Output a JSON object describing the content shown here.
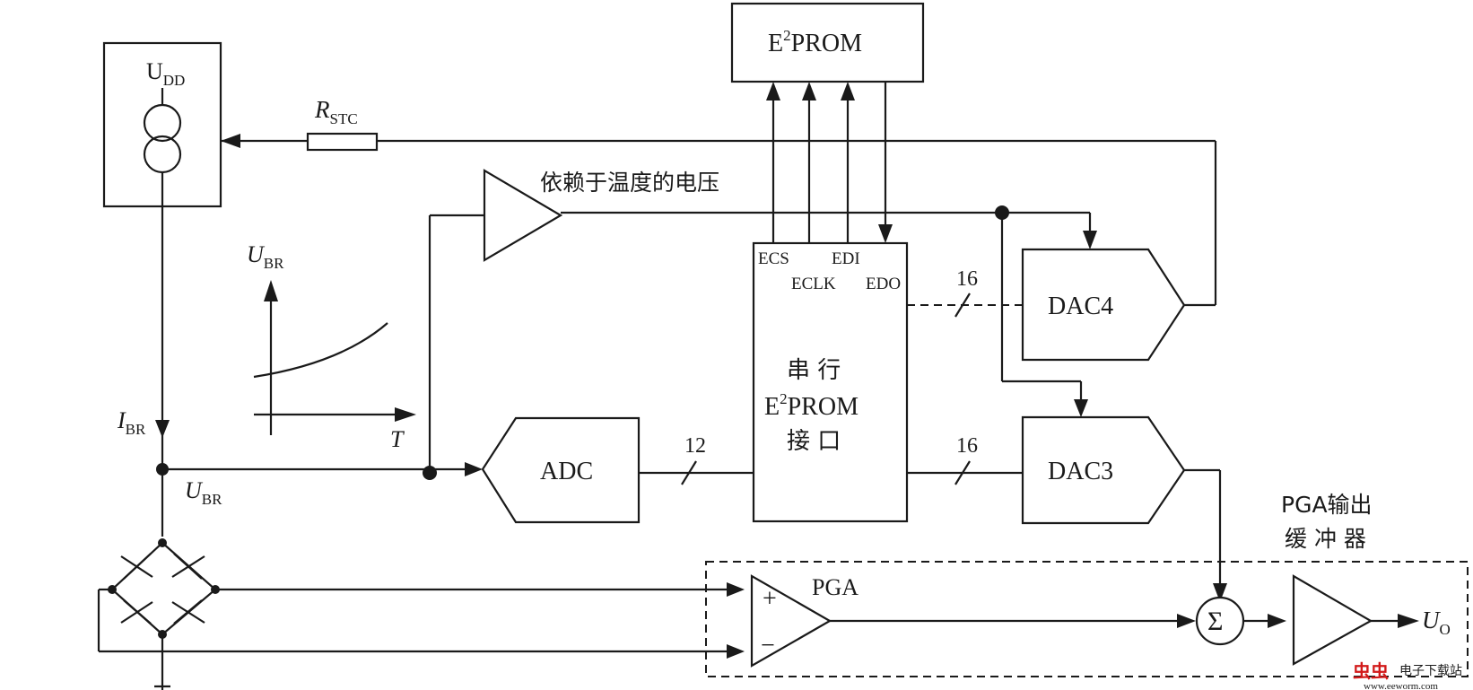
{
  "blocks": {
    "udd": {
      "label": "U",
      "sub": "DD"
    },
    "eeprom": {
      "label": "E",
      "sup": "2",
      "rest": "PROM"
    },
    "interface": {
      "line1": "串 行",
      "line2_pre": "E",
      "line2_sup": "2",
      "line2_post": "PROM",
      "line3": "接 口"
    },
    "adc": "ADC",
    "dac4": "DAC4",
    "dac3": "DAC3",
    "pga": "PGA",
    "sum": "Σ"
  },
  "pins": {
    "ecs": "ECS",
    "eclk": "ECLK",
    "edi": "EDI",
    "edo": "EDO"
  },
  "labels": {
    "rstc": {
      "main": "R",
      "sub": "STC"
    },
    "temp_voltage": "依赖于温度的电压",
    "ubr_axis": {
      "main": "U",
      "sub": "BR"
    },
    "t_axis": "T",
    "ibr": {
      "main": "I",
      "sub": "BR"
    },
    "ubr_node": {
      "main": "U",
      "sub": "BR"
    },
    "bus_adc": "12",
    "bus_dac3": "16",
    "bus_dac4": "16",
    "plus": "+",
    "minus": "−",
    "uo": {
      "main": "U",
      "sub": "O"
    },
    "buffer_line1": "PGA输出",
    "buffer_line2": "缓 冲 器"
  },
  "watermark": {
    "brand": "虫虫",
    "site_cn": "电子下载站",
    "url": "www.eeworm.com"
  }
}
